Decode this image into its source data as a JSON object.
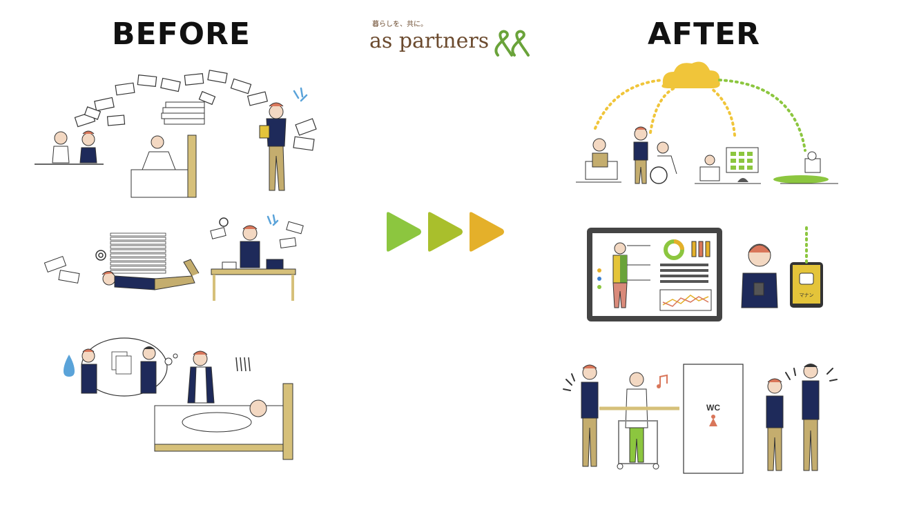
{
  "headings": {
    "before": "BEFORE",
    "after": "AFTER"
  },
  "logo": {
    "tagline": "暮らしを、共に。",
    "wordmark": "as partners",
    "mark_color": "#6aa33a",
    "text_color": "#6b4a2e"
  },
  "arrows": {
    "colors": [
      "#8cc63f",
      "#a9bf2c",
      "#e4b02a"
    ],
    "count": 3
  },
  "after_labels": {
    "wc": "WC",
    "robot_screen": "マナン"
  },
  "palette": {
    "navy": "#1e2a5a",
    "khaki": "#c4ad6e",
    "skin": "#f3d8c2",
    "hair": "#d9765a",
    "bed": "#d6c07a",
    "cloud": "#f0c53a",
    "dot_green": "#8cc63f"
  }
}
